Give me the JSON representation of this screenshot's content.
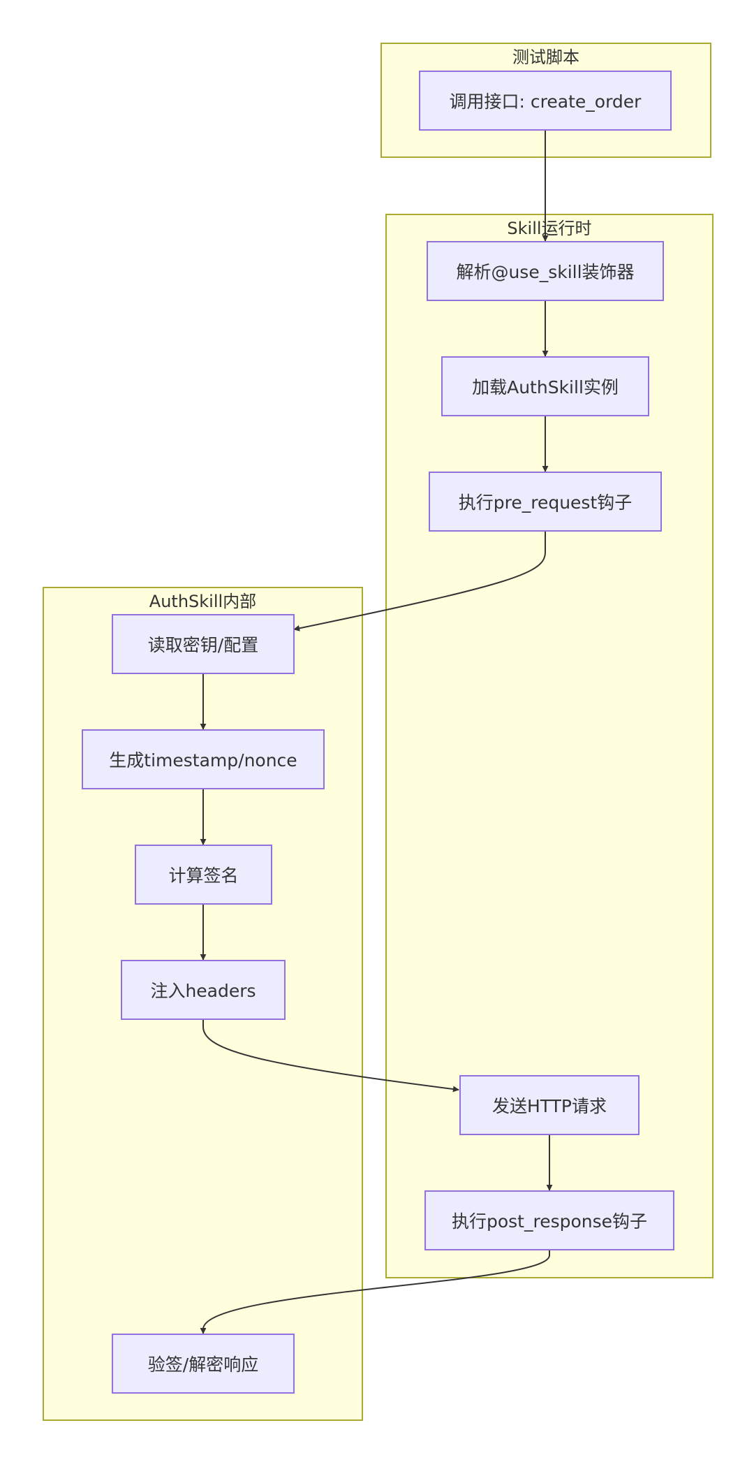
{
  "clusters": {
    "test_script": "测试脚本",
    "skill_runtime": "Skill运行时",
    "authskill_internal": "AuthSkill内部"
  },
  "nodes": {
    "call_api": "调用接口: create_order",
    "parse_decorator": "解析@use_skill装饰器",
    "load_authskill": "加载AuthSkill实例",
    "pre_request_hook": "执行pre_request钩子",
    "read_keys": "读取密钥/配置",
    "gen_timestamp": "生成timestamp/nonce",
    "calc_signature": "计算签名",
    "inject_headers": "注入headers",
    "send_http": "发送HTTP请求",
    "post_response_hook": "执行post_response钩子",
    "verify_decrypt": "验签/解密响应"
  },
  "colors": {
    "cluster_fill": "#ffffde",
    "cluster_border": "#aaaa33",
    "node_fill": "#ececff",
    "node_border": "#9370db",
    "edge": "#333333"
  }
}
